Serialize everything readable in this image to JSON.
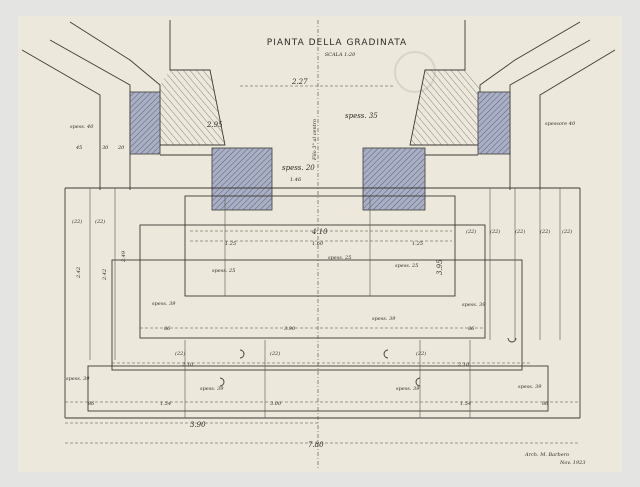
{
  "drawing": {
    "title": "PIANTA DELLA GRADINATA",
    "scale": "SCALA 1:20",
    "colors": {
      "paper": "#ece8dc",
      "section_fill": "#a9b0c6",
      "ink": "#3d3a34"
    },
    "top": {
      "width_top": "2.27",
      "left_slope": "2.95",
      "center_thickness": "spess. 35",
      "axis_note": "Filo 3° al centro",
      "lower_thickness": "spess. 20",
      "lower_width": "1.46",
      "left_wall": "spess. 40",
      "right_wall": "spessore 40",
      "left_dims": [
        "45",
        "30",
        "20"
      ]
    },
    "middle": {
      "overall": "4.10",
      "left": "1.25",
      "center": "1.60",
      "right": "1.25",
      "thickness_left": "spess. 25",
      "thickness_center": "spess. 25",
      "thickness_right": "spess. 25",
      "height": "3.95",
      "steps_right": [
        "(22)",
        "(22)",
        "(22)",
        "(22)",
        "(22)"
      ],
      "steps_left": [
        "(22)",
        "(22)"
      ],
      "left_heights": [
        "2.42",
        "2.42",
        "2.49"
      ]
    },
    "lower": {
      "thickness_left": "spess. 39",
      "thickness_right": "spess. 39",
      "thickness_center": "spess. 39",
      "dim_left": "86",
      "dim_center": "3.90",
      "dim_right": "86",
      "steps": [
        "(22)",
        "(22)",
        "(22)"
      ],
      "width_left": "2.10",
      "width_right": "2.10"
    },
    "bottom": {
      "thickness_far_left": "spess. 39",
      "thickness_left": "spess. 39",
      "thickness_right": "spess. 39",
      "thickness_far_right": "spess. 39",
      "dims": [
        "86",
        "1.54",
        "3.00",
        "1.54",
        "86"
      ],
      "half": "3.90",
      "total": "7.80"
    },
    "signature": {
      "line1": "Arch. M. Barbero",
      "line2": "Nov. 1923"
    }
  }
}
